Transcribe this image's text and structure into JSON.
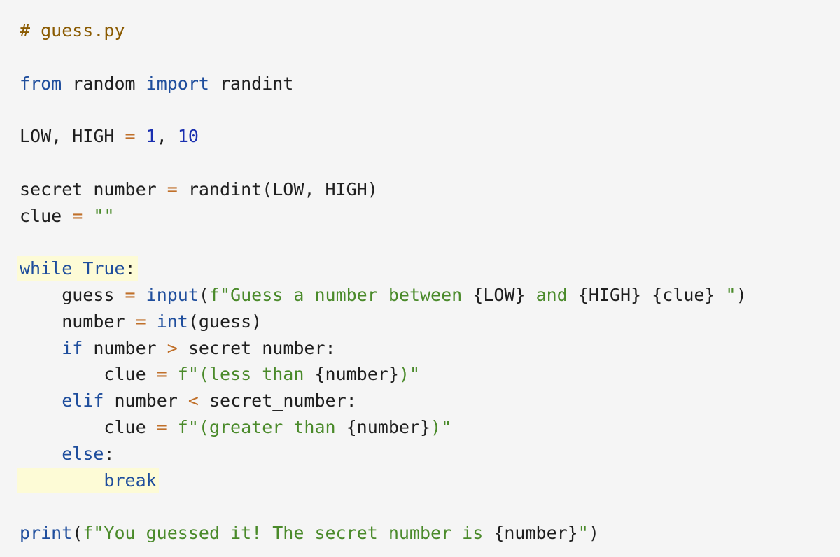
{
  "colors": {
    "background": "#f5f5f5",
    "highlight": "#fdfbd6",
    "comment": "#8a5a00",
    "keyword": "#1f4e9d",
    "number": "#1a2fb0",
    "operator": "#c0702a",
    "string": "#4a8a2a",
    "text": "#1f1f1f"
  },
  "code": {
    "lines": [
      {
        "tokens": [
          {
            "t": "comment",
            "v": "# guess.py"
          }
        ]
      },
      {
        "tokens": []
      },
      {
        "tokens": [
          {
            "t": "kw",
            "v": "from"
          },
          {
            "t": "text",
            "v": " random "
          },
          {
            "t": "kw",
            "v": "import"
          },
          {
            "t": "text",
            "v": " randint"
          }
        ]
      },
      {
        "tokens": []
      },
      {
        "tokens": [
          {
            "t": "text",
            "v": "LOW, HIGH "
          },
          {
            "t": "op",
            "v": "="
          },
          {
            "t": "text",
            "v": " "
          },
          {
            "t": "num",
            "v": "1"
          },
          {
            "t": "text",
            "v": ", "
          },
          {
            "t": "num",
            "v": "10"
          }
        ]
      },
      {
        "tokens": []
      },
      {
        "tokens": [
          {
            "t": "text",
            "v": "secret_number "
          },
          {
            "t": "op",
            "v": "="
          },
          {
            "t": "text",
            "v": " randint(LOW, HIGH)"
          }
        ]
      },
      {
        "tokens": [
          {
            "t": "text",
            "v": "clue "
          },
          {
            "t": "op",
            "v": "="
          },
          {
            "t": "text",
            "v": " "
          },
          {
            "t": "str",
            "v": "\"\""
          }
        ]
      },
      {
        "tokens": []
      },
      {
        "highlight": true,
        "tokens": [
          {
            "t": "kw",
            "v": "while"
          },
          {
            "t": "text",
            "v": " "
          },
          {
            "t": "kw",
            "v": "True"
          },
          {
            "t": "text",
            "v": ":"
          }
        ]
      },
      {
        "tokens": [
          {
            "t": "text",
            "v": "    guess "
          },
          {
            "t": "op",
            "v": "="
          },
          {
            "t": "text",
            "v": " "
          },
          {
            "t": "builtin",
            "v": "input"
          },
          {
            "t": "text",
            "v": "("
          },
          {
            "t": "str",
            "v": "f\"Guess a number between "
          },
          {
            "t": "brace",
            "v": "{LOW}"
          },
          {
            "t": "str",
            "v": " and "
          },
          {
            "t": "brace",
            "v": "{HIGH}"
          },
          {
            "t": "str",
            "v": " "
          },
          {
            "t": "brace",
            "v": "{clue}"
          },
          {
            "t": "str",
            "v": " \""
          },
          {
            "t": "text",
            "v": ")"
          }
        ]
      },
      {
        "tokens": [
          {
            "t": "text",
            "v": "    number "
          },
          {
            "t": "op",
            "v": "="
          },
          {
            "t": "text",
            "v": " "
          },
          {
            "t": "builtin",
            "v": "int"
          },
          {
            "t": "text",
            "v": "(guess)"
          }
        ]
      },
      {
        "tokens": [
          {
            "t": "text",
            "v": "    "
          },
          {
            "t": "kw",
            "v": "if"
          },
          {
            "t": "text",
            "v": " number "
          },
          {
            "t": "op",
            "v": ">"
          },
          {
            "t": "text",
            "v": " secret_number:"
          }
        ]
      },
      {
        "tokens": [
          {
            "t": "text",
            "v": "        clue "
          },
          {
            "t": "op",
            "v": "="
          },
          {
            "t": "text",
            "v": " "
          },
          {
            "t": "str",
            "v": "f\"(less than "
          },
          {
            "t": "brace",
            "v": "{number}"
          },
          {
            "t": "str",
            "v": ")\""
          }
        ]
      },
      {
        "tokens": [
          {
            "t": "text",
            "v": "    "
          },
          {
            "t": "kw",
            "v": "elif"
          },
          {
            "t": "text",
            "v": " number "
          },
          {
            "t": "op",
            "v": "<"
          },
          {
            "t": "text",
            "v": " secret_number:"
          }
        ]
      },
      {
        "tokens": [
          {
            "t": "text",
            "v": "        clue "
          },
          {
            "t": "op",
            "v": "="
          },
          {
            "t": "text",
            "v": " "
          },
          {
            "t": "str",
            "v": "f\"(greater than "
          },
          {
            "t": "brace",
            "v": "{number}"
          },
          {
            "t": "str",
            "v": ")\""
          }
        ]
      },
      {
        "tokens": [
          {
            "t": "text",
            "v": "    "
          },
          {
            "t": "kw",
            "v": "else"
          },
          {
            "t": "text",
            "v": ":"
          }
        ]
      },
      {
        "highlightFromIndent": true,
        "tokens": [
          {
            "t": "text",
            "v": "        "
          },
          {
            "t": "kw",
            "v": "break"
          }
        ]
      },
      {
        "tokens": []
      },
      {
        "tokens": [
          {
            "t": "builtin",
            "v": "print"
          },
          {
            "t": "text",
            "v": "("
          },
          {
            "t": "str",
            "v": "f\"You guessed it! The secret number is "
          },
          {
            "t": "brace",
            "v": "{number}"
          },
          {
            "t": "str",
            "v": "\""
          },
          {
            "t": "text",
            "v": ")"
          }
        ]
      }
    ]
  }
}
